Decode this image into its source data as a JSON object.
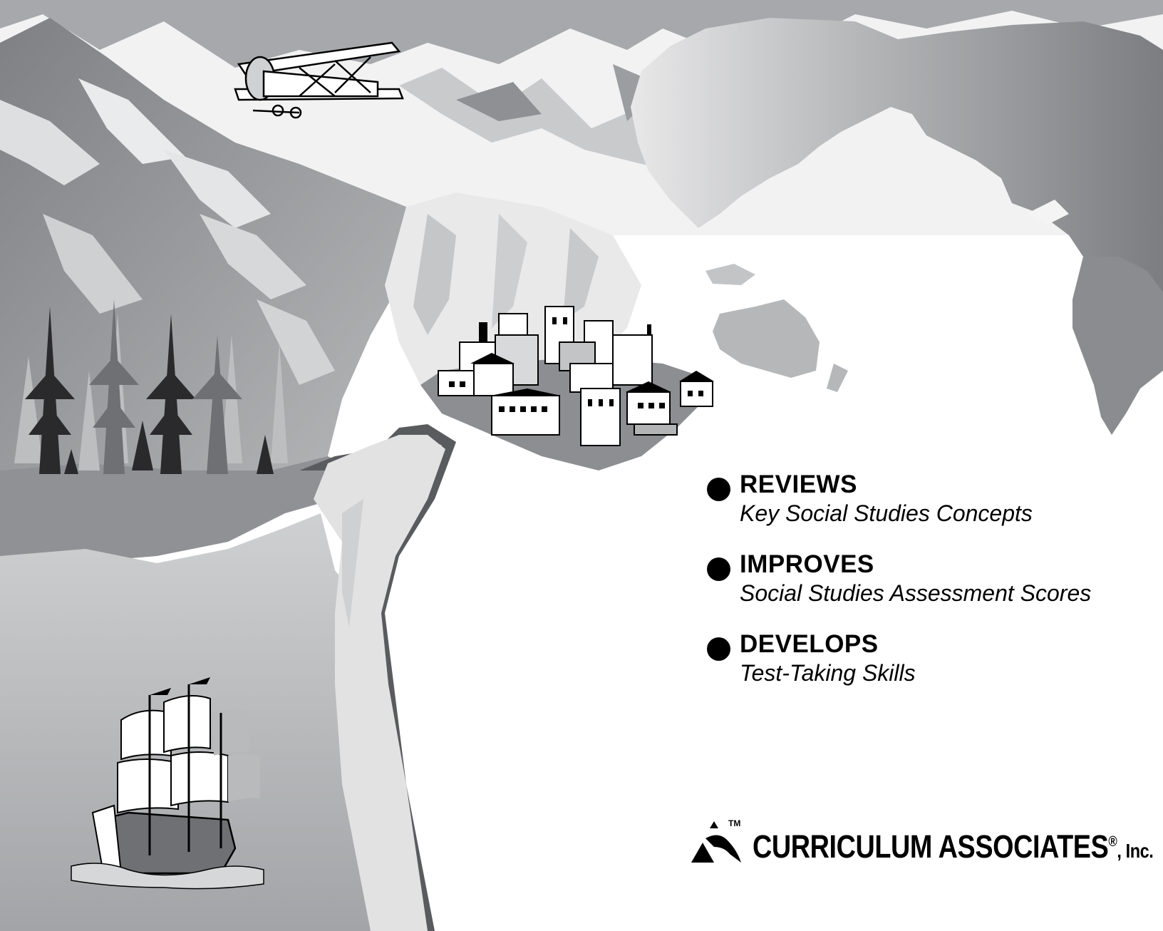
{
  "features": [
    {
      "heading": "REVIEWS",
      "detail": "Key Social Studies Concepts"
    },
    {
      "heading": "IMPROVES",
      "detail": "Social Studies Assessment Scores"
    },
    {
      "heading": "DEVELOPS",
      "detail": "Test-Taking Skills"
    }
  ],
  "publisher": {
    "name": "CURRICULUM ASSOCIATES",
    "registered": "®",
    "suffix": ", Inc.",
    "trademark": "TM"
  },
  "colors": {
    "sky": "#a7a8ab",
    "mountain_dark": "#8a8b8e",
    "mountain_mid": "#b9babc",
    "land": "#909194",
    "snow": "#f4f4f5",
    "ink": "#000000"
  },
  "icons": [
    "biplane-icon",
    "city-icon",
    "ship-icon",
    "forest-icon",
    "world-map-icon",
    "curriculum-logo-icon"
  ]
}
